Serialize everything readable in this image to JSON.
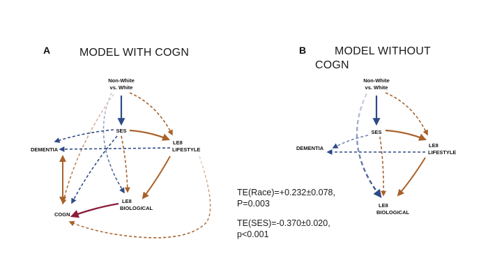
{
  "panel_a": {
    "letter": "A",
    "title": "MODEL WITH COGN",
    "nodes": {
      "race_line1": "Non-White",
      "race_line2": "vs. White",
      "ses": "SES",
      "le8_lifestyle_line1": "LE8",
      "le8_lifestyle_line2": "LIFESTYLE",
      "dementia": "DEMENTIA",
      "cogn": "COGN",
      "le8_biological_line1": "LE8",
      "le8_biological_line2": "BIOLOGICAL"
    }
  },
  "panel_b": {
    "letter": "B",
    "title_line1": "MODEL WITHOUT",
    "title_line2": "COGN",
    "nodes": {
      "race_line1": "Non-White",
      "race_line2": "vs. White",
      "ses": "SES",
      "le8_lifestyle_line1": "LE8",
      "le8_lifestyle_line2": "LIFESTYLE",
      "dementia": "DEMENTIA",
      "le8_biological_line1": "LE8",
      "le8_biological_line2": "BIOLOGICAL"
    }
  },
  "total_effects": {
    "race_line1": "TE(Race)=+0.232±0.078,",
    "race_line2": "P=0.003",
    "ses_line1": "TE(SES)=-0.370±0.020,",
    "ses_line2": "p<0.001"
  },
  "colors": {
    "blue": "#2e4a86",
    "orange": "#a8612a",
    "maroon": "#8c1d3a"
  }
}
